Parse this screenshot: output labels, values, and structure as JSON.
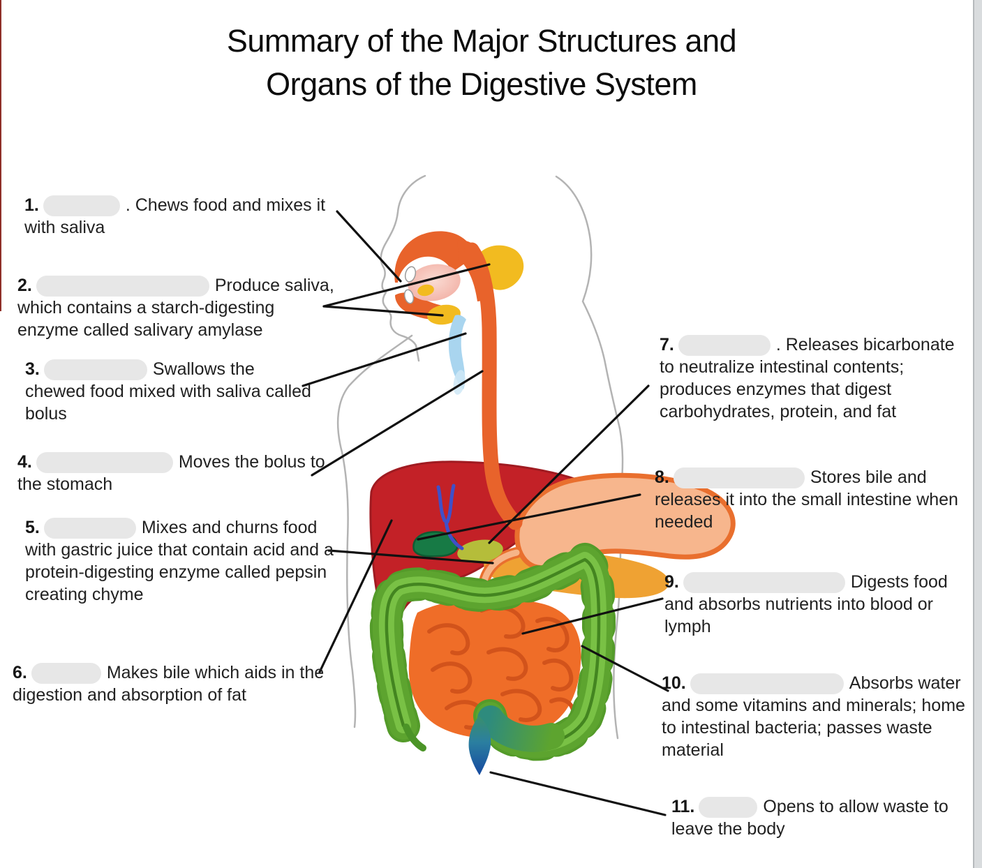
{
  "title": {
    "line1": "Summary of the Major Structures and",
    "line2": "Organs of the Digestive System"
  },
  "labels": [
    {
      "num": "1.",
      "redacted": true,
      "text": ". Chews food and mixes it with saliva"
    },
    {
      "num": "2.",
      "redacted": true,
      "text": "Produce saliva, which contains a starch-digesting enzyme called salivary amylase"
    },
    {
      "num": "3.",
      "redacted": true,
      "text": "Swallows the chewed food mixed with saliva called bolus"
    },
    {
      "num": "4.",
      "redacted": true,
      "text": "Moves the bolus to the stomach"
    },
    {
      "num": "5.",
      "redacted": true,
      "text": "Mixes and churns food with gastric juice that contain acid and a protein-digesting enzyme called pepsin creating chyme"
    },
    {
      "num": "6.",
      "redacted": true,
      "text": "Makes bile which aids in the digestion and absorption of fat"
    },
    {
      "num": "7.",
      "redacted": true,
      "text": ". Releases bicarbonate to neutralize intestinal contents; produces enzymes that digest carbohydrates, protein, and fat"
    },
    {
      "num": "8.",
      "redacted": true,
      "text": "Stores bile and releases it into the small intestine when needed"
    },
    {
      "num": "9.",
      "redacted": true,
      "text": "Digests food and absorbs nutrients into blood or lymph"
    },
    {
      "num": "10.",
      "redacted": true,
      "text": "Absorbs water and some vitamins and minerals; home to intestinal bacteria; passes waste material"
    },
    {
      "num": "11.",
      "redacted": true,
      "text": "Opens to allow waste to leave the body"
    }
  ],
  "colors": {
    "mouth_esophagus": "#e8632b",
    "salivary_gland": "#f2bb20",
    "tongue": "#f4b5ab",
    "epiglottis": "#a9d5ef",
    "liver": "#c32127",
    "gallbladder": "#177a45",
    "bile_duct": "#4050c8",
    "stomach_fill": "#f7b68d",
    "stomach_outline": "#e96f2e",
    "pancreas": "#efa233",
    "small_intestine": "#ef6d28",
    "large_intestine": "#5da42f",
    "rectum_blue": "#1548a0",
    "leader_line": "#111111",
    "redaction_blob": "#e7e7e7"
  }
}
